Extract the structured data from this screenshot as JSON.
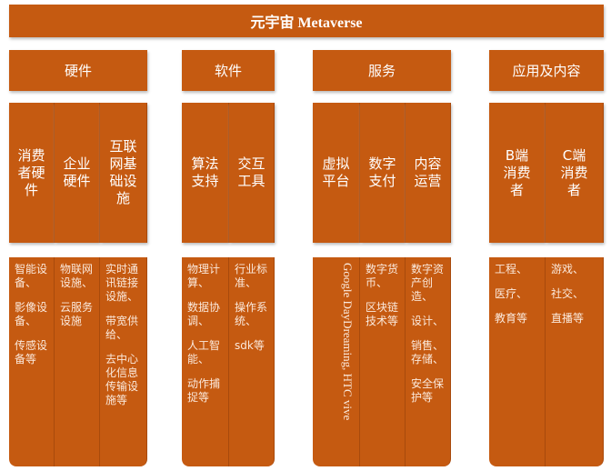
{
  "title": "元宇宙 Metaverse",
  "categories": [
    {
      "label": "硬件",
      "subs": [
        {
          "label": "消费者硬件",
          "items": [
            "智能设备、",
            "影像设备、",
            "传感设备等"
          ]
        },
        {
          "label": "企业硬件",
          "items": [
            "物联网设施、",
            "云服务设施"
          ]
        },
        {
          "label": "互联网基础设施",
          "items": [
            "实时通讯链接设施、",
            "带宽供给、",
            "去中心化信息传输设施等"
          ]
        }
      ]
    },
    {
      "label": "软件",
      "subs": [
        {
          "label": "算法支持",
          "items": [
            "物理计算、",
            "数据协调、",
            "人工智能、",
            "动作捕捉等"
          ]
        },
        {
          "label": "交互工具",
          "items": [
            "行业标准、",
            "操作系统、",
            "sdk等"
          ]
        }
      ]
    },
    {
      "label": "服务",
      "subs": [
        {
          "label": "虚拟平台",
          "items": [
            "Google DayDreaming, HTC vive"
          ]
        },
        {
          "label": "数字支付",
          "items": [
            "数字货币、",
            "区块链技术等"
          ]
        },
        {
          "label": "内容运营",
          "items": [
            "数字资产创造、",
            "设计、",
            "销售、存储、",
            "安全保护等"
          ]
        }
      ]
    },
    {
      "label": "应用及内容",
      "subs": [
        {
          "label": "B端消费者",
          "items": [
            "工程、",
            "医疗、",
            "教育等"
          ]
        },
        {
          "label": "C端消费者",
          "items": [
            "游戏、",
            "社交、",
            "直播等"
          ]
        }
      ]
    }
  ]
}
